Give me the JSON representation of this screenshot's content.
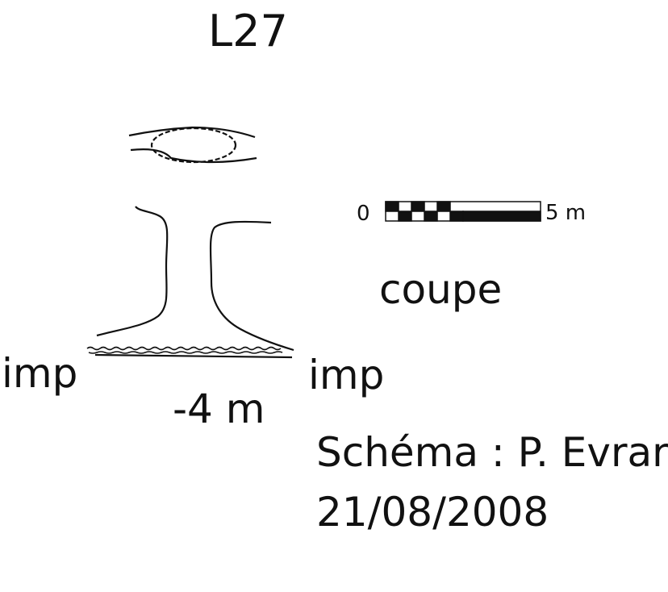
{
  "title": "L27",
  "section_label": "coupe",
  "floor": {
    "left_label": "imp",
    "right_label": "imp",
    "depth_label": "-4 m"
  },
  "scale_bar": {
    "zero_label": "0",
    "max_label": "5 m"
  },
  "credit": {
    "author": "Schéma : P. Evrard",
    "date": "21/08/2008"
  }
}
